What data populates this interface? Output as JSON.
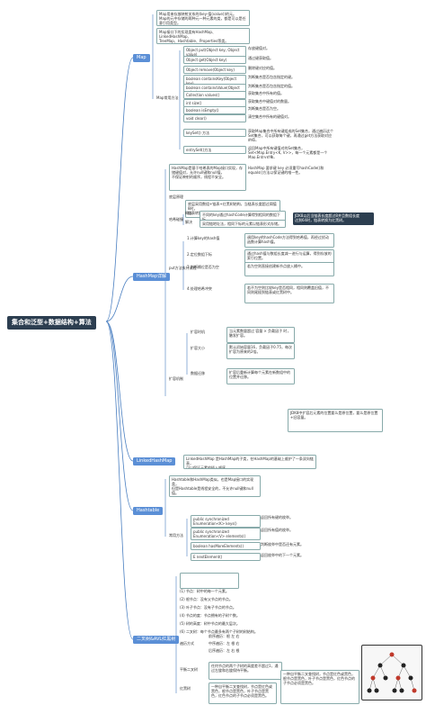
{
  "root": {
    "label": "集合和泛型+数据结构+算法"
  },
  "colors": {
    "line": "#4a7fc1",
    "branch": "#5b8fd6",
    "root": "#2c3e50"
  },
  "sections": [
    {
      "label": "Map"
    },
    {
      "label": "HashMap详解"
    },
    {
      "label": "LinkedHashMap"
    },
    {
      "label": "Hashtable"
    },
    {
      "label": "二叉树&AVL红黑树"
    }
  ],
  "map": {
    "intro": "Map用来存放映射关系的(key-值(value))的元。\nMap的元中存储的两种元一种元素的类，都是可以是任意引用类型。",
    "impl": "Map接口下的实现类有HashMap、LinkedHashMap、\nTreeMap、Hashtable、Properties等类。",
    "methods_label": "Map常用方法",
    "methods": [
      {
        "sig": "Object put(Object key, Object value)",
        "desc": "存放键值对。"
      },
      {
        "sig": "Object get(Object key)",
        "desc": "通过键获取值。"
      },
      {
        "sig": "Object remove(Object key)",
        "desc": "删除键对应的值。"
      },
      {
        "sig": "boolean containsKey(Object key)",
        "desc": "判断集合是否包含指定的键。"
      },
      {
        "sig": "boolean containsValue(Object value)",
        "desc": "判断集合是否包含指定的值。"
      },
      {
        "sig": "Collection values()",
        "desc": "获取集合中所有的值。"
      },
      {
        "sig": "int size()",
        "desc": "获取集合中键值对的数量。"
      },
      {
        "sig": "boolean isEmpty()",
        "desc": "判断集合是否为空。"
      },
      {
        "sig": "void clear()",
        "desc": "清空集合中所有的键值对。"
      },
      {
        "sig": "keySet() 方法",
        "desc": "获取Map集合中所有键组成的Set集合，通过遍历这个Set集合，可以获取每个键，再通过get方法获取对应的值。"
      },
      {
        "sig": "entrySet()方法",
        "desc": "返回Map中所有键值对的Set集合，Set<Map.Entry<K, V>>，每一个元素都是一个Map.Entry对象。"
      }
    ]
  },
  "hashmap": {
    "intro": "HashMap是基于哈希表的Map接口实现，存储键值对，允许null键和null值，\n不保证映射的顺序，线程不安全。",
    "intro2": "HashMap 要求键 key 必须重写hashCode()和\nequals()方法以保证键的唯一性。",
    "principle_label": "底层原理",
    "principle": "底层采用数组+链表+红黑树结构，当链表长度超过阈值8时，\n链表转换为红黑树，提高查询效率。",
    "hash_label": "哈希碰撞",
    "hash_items": [
      {
        "k": "概念",
        "v": "不同的key通过hashCode计算得到相同的数组下标。"
      },
      {
        "k": "解决",
        "v": "采用链地址法，相同下标的元素以链表形式存储。"
      }
    ],
    "hash_note": "JDK8以后当链表长度超过8并且数组长度\n达到64时，链表转换为红黑树。",
    "put_label": "put方法执行流程",
    "put_steps": [
      {
        "k": "1.计算key的hash值",
        "v": "调用key的hashCode方法得到哈希值，再经过扰动函数计算hash值。"
      },
      {
        "k": "2.定位数组下标",
        "v": "通过hash值与数组长度减一进行与运算，得到存放的索引位置。"
      },
      {
        "k": "3.判断桶位是否为空",
        "v": "若为空则直接创建新节点放入桶中。"
      },
      {
        "k": "4.处理哈希冲突",
        "v": "若不为空则比较key是否相同，相同则覆盖旧值，不同则尾插到链表或红黑树中。"
      }
    ],
    "resize_label": "扩容机制",
    "resize_items": [
      {
        "k": "扩容时机",
        "v": "当元素数量超过 容量 × 负载因子 时，触发扩容。"
      },
      {
        "k": "扩容大小",
        "v": "默认初始容量16，负载因子0.75，每次扩容为原来的2倍。"
      },
      {
        "k": "数据迁移",
        "v": "扩容后重新计算每个元素在新数组中的位置并迁移。"
      }
    ],
    "resize_note": "JDK8中扩容后元素的位置要么是原位置，要么是原位置+旧容量。"
  },
  "linked": {
    "text": "LinkedHashMap 是HashMap的子类，在HashMap的基础上维护了一条双向链表，\n可以保证元素的插入顺序。"
  },
  "hashtable": {
    "intro": "Hashtable和HashMap类似，也是Map接口的实现类，\n但是Hashtable是线程安全的，不允许null键和null值。",
    "items_label": "常用方法",
    "methods": [
      {
        "sig": "public synchronized Enumeration<K> keys()",
        "desc": "返回所有键的枚举。"
      },
      {
        "sig": "public synchronized Enumeration<V> elements()",
        "desc": "返回所有值的枚举。"
      },
      {
        "sig": "boolean hasMoreElements()",
        "desc": "判断枚举中是否还有元素。"
      },
      {
        "sig": "E nextElement()",
        "desc": "返回枚举中的下一个元素。"
      }
    ]
  },
  "tree": {
    "lines": [
      "(1) 节点：树中的每一个元素。",
      "(2) 根节点：没有父节点的节点。",
      "(3) 叶子节点：没有子节点的节点。",
      "(4) 节点的度：节点拥有的子树个数。",
      "(5) 树的高度：树中节点的最大层次。",
      "(6) 二叉树：每个节点最多有两个子树的树结构。"
    ],
    "traverse_label": "遍历方式",
    "traverse": [
      "前序遍历：根 左 右",
      "中序遍历：左 根 右",
      "后序遍历：左 右 根"
    ],
    "avl_label": "平衡二叉树",
    "avl": "任何节点的两个子树的高度差不超过1，通过左旋和右旋保持平衡。",
    "rb_label": "红黑树",
    "rb": "一种自平衡二叉查找树，节点是红色或黑色，根节点是黑色，叶子节点是黑色，红色节点的子节点必须是黑色。"
  }
}
